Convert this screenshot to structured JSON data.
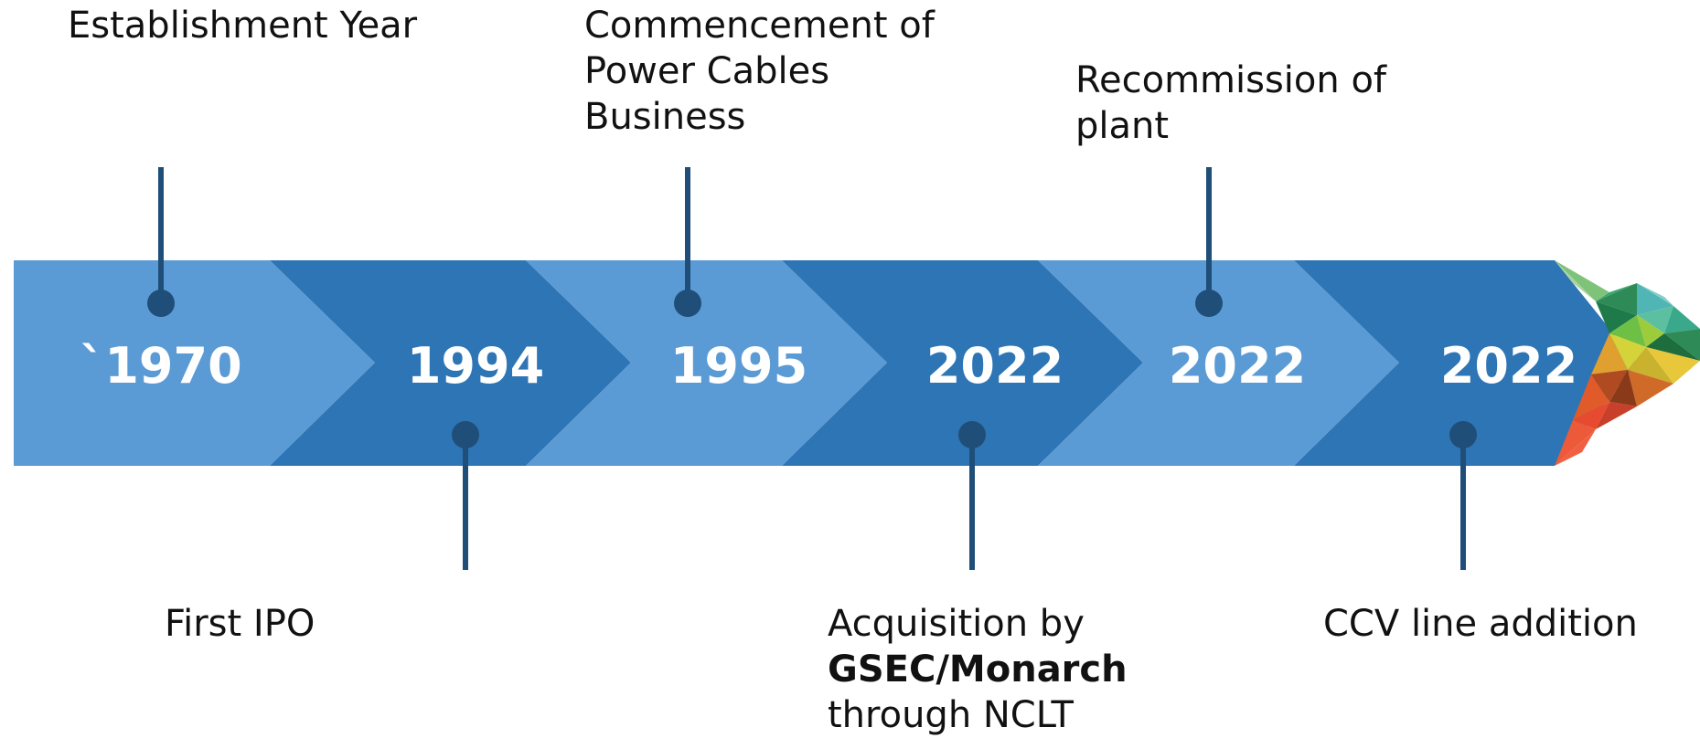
{
  "colors": {
    "light_segment": "#5b9bd5",
    "dark_segment": "#2e75b6",
    "marker": "#1f4e79",
    "text": "#111111",
    "year_text": "#ffffff"
  },
  "milestones": [
    {
      "year": "`1970",
      "label_lines": [
        "Establishment Year"
      ],
      "position": "above"
    },
    {
      "year": "1994",
      "label_lines": [
        "First IPO"
      ],
      "position": "below"
    },
    {
      "year": "1995",
      "label_lines": [
        "Commencement of",
        "Power Cables",
        "Business"
      ],
      "position": "above"
    },
    {
      "year": "2022",
      "label_lines": [
        "Acquisition by",
        "GSEC/Monarch",
        "through NCLT"
      ],
      "bold_line": 1,
      "position": "below"
    },
    {
      "year": "2022",
      "label_lines": [
        "Recommission of",
        "plant"
      ],
      "position": "above"
    },
    {
      "year": "2022",
      "label_lines": [
        "CCV line addition"
      ],
      "position": "below"
    }
  ],
  "arrow_tip": {
    "icon": "polygon-mosaic-arrow-icon"
  }
}
